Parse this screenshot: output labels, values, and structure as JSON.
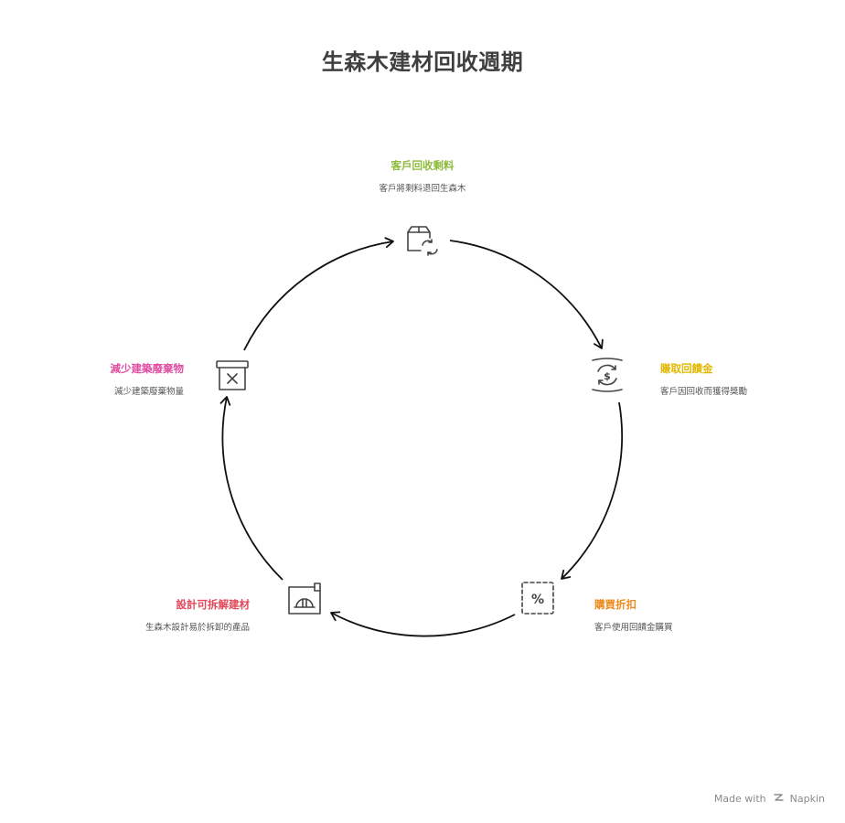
{
  "title": "生森木建材回收週期",
  "colors": {
    "step1": "#8dbb3c",
    "step2": "#e2b800",
    "step3": "#ee8a1d",
    "step4": "#e4475a",
    "step5": "#e04fa3",
    "arrow": "#111111",
    "icon": "#444444"
  },
  "steps": [
    {
      "title": "客戶回收剩料",
      "desc": "客戶將剩料退回生森木",
      "icon": "package-recycle-icon"
    },
    {
      "title": "賺取回饋金",
      "desc": "客戶因回收而獲得獎勵",
      "icon": "money-exchange-icon"
    },
    {
      "title": "購買折扣",
      "desc": "客戶使用回饋金購買",
      "icon": "discount-percent-icon"
    },
    {
      "title": "設計可拆解建材",
      "desc": "生森木設計易於拆卸的產品",
      "icon": "blueprint-hardhat-icon"
    },
    {
      "title": "減少建築廢棄物",
      "desc": "減少建築廢棄物量",
      "icon": "waste-bin-icon"
    }
  ],
  "footer": {
    "made_with": "Made with",
    "brand": "Napkin"
  }
}
